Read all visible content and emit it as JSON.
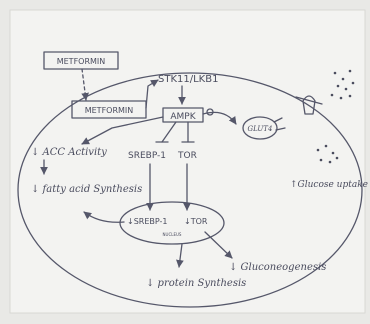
{
  "colors": {
    "paper": "#f3f3f1",
    "ink": "#55576a",
    "background": "#e9e9e6"
  },
  "labels": {
    "metformin_outside": "METFORMIN",
    "metformin_inside": "METFORMIN",
    "stk11": "STK11/LKB1",
    "ampk": "AMPK",
    "srebp1_top": "SREBP-1",
    "tor_top": "TOR",
    "glut4": "GLUT4",
    "acc": "↓ ACC Activity",
    "fatty_acid": "↓ fatty acid Synthesis",
    "srebp1_box": "↓SREBP-1",
    "tor_box": "↓TOR",
    "nucleus": "NUCLEUS",
    "gluconeogenesis": "↓ Gluconeogenesis",
    "protein": "↓ protein Synthesis",
    "glucose_uptake": "↑Glucose uptake"
  }
}
